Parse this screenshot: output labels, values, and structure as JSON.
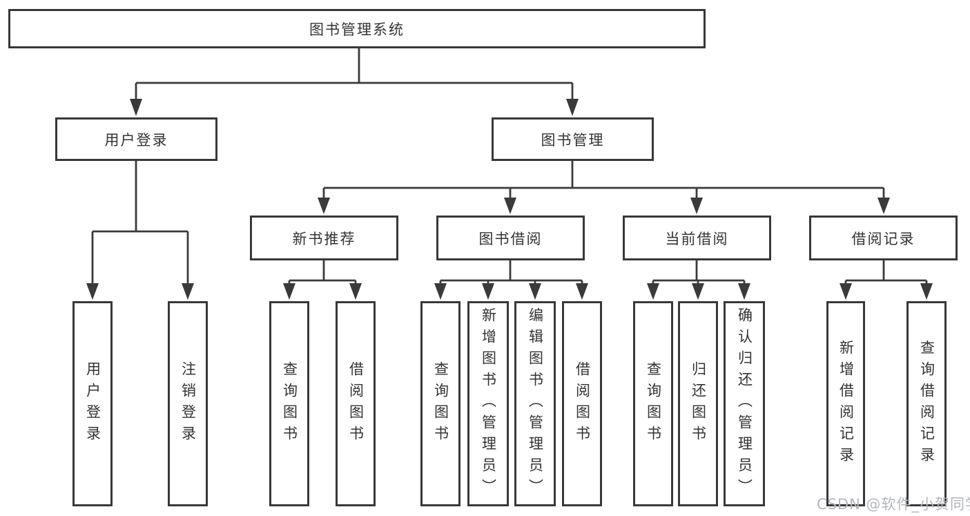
{
  "diagram": {
    "root": "图书管理系统",
    "level2": {
      "user_login": "用户登录",
      "book_mgmt": "图书管理"
    },
    "level3": {
      "recommend": "新书推荐",
      "borrow": "图书借阅",
      "current": "当前借阅",
      "records": "借阅记录"
    },
    "leaves": {
      "user_login": [
        "用户登录",
        "注销登录"
      ],
      "recommend": [
        "查询图书",
        "借阅图书"
      ],
      "borrow": [
        "查询图书",
        "新增图书（管理员）",
        "编辑图书（管理员）",
        "借阅图书"
      ],
      "current": [
        "查询图书",
        "归还图书",
        "确认归还（管理员）"
      ],
      "records": [
        "新增借阅记录",
        "查询借阅记录"
      ]
    }
  },
  "watermark": "CSDN @软件_小贺同学",
  "colors": {
    "line": "#3a3a3a",
    "border": "#383838",
    "text": "#333333",
    "watermark": "#b3b6bb",
    "background": "#ffffff"
  }
}
